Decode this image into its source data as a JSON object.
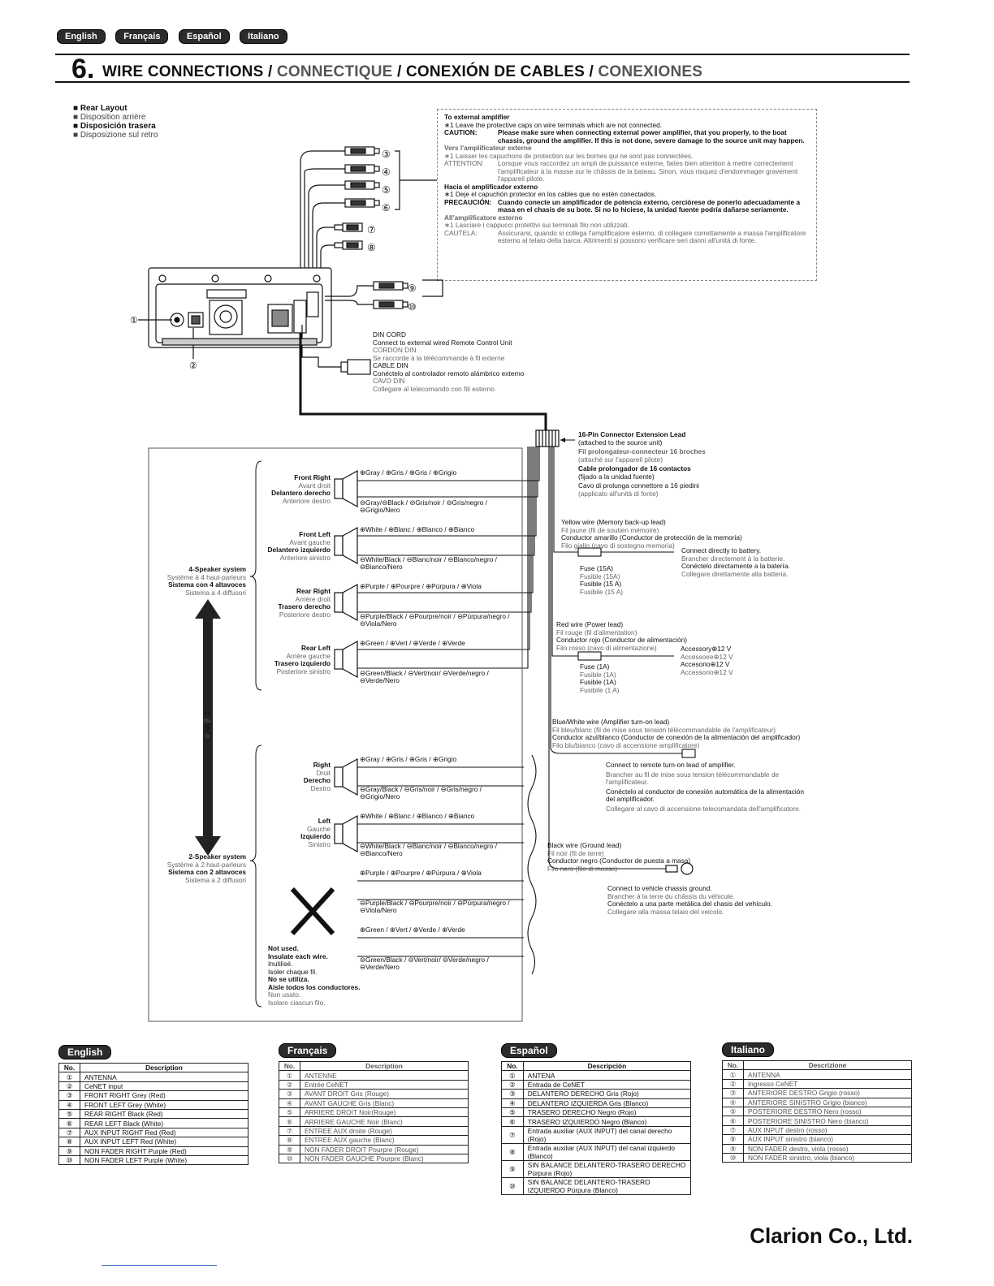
{
  "lang_tabs": [
    "English",
    "Français",
    "Español",
    "Italiano"
  ],
  "section": {
    "number": "6.",
    "title_en": "WIRE CONNECTIONS",
    "title_fr": "CONNECTIQUE",
    "title_es": "CONEXIÓN DE CABLES",
    "title_it": "CONEXIONES"
  },
  "rear_layout": [
    "Rear Layout",
    "Disposition arrière",
    "Disposición trasera",
    "Disposizione sul retro"
  ],
  "amp_note": {
    "en_head": "To external amplifier",
    "en_1": "∗1  Leave the protective caps on wire terminals which are not connected.",
    "en_caution_label": "CAUTION:",
    "en_caution": "Please make sure when connecting external power amplifier, that you properly, to the boat chassis, ground the amplifier. If this is not done, severe damage to the source unit may happen.",
    "fr_head": "Vers l'amplificateur externe",
    "fr_1": "∗1  Laisser les capuchons de protection sur les bornes qui ne sont pas connectées.",
    "fr_caution_label": "ATTENTION:",
    "fr_caution": "Lorsque vous raccordez un ampli de puissance externe, faites bien attention à mettre correctement l'amplificateur à la masse sur le châssis de la bateau. Sinon, vous risquez d'endommager gravement l'appareil pilote.",
    "es_head": "Hacia el amplificador externo",
    "es_1": "∗1  Deje el capuchón protector en los cables que no estén conectados.",
    "es_caution_label": "PRECAUCIÓN:",
    "es_caution": "Cuando conecte un amplificador de potencia externo, cerciórese de ponerlo adecuadamente a masa en el chasis de su bote. Si no lo hiciese, la unidad fuente podría dañarse seriamente.",
    "it_head": "All'amplificatore esterno",
    "it_1": "∗1  Lasciare i cappucci protettivi sui terminali filo non utilizzati.",
    "it_caution_label": "CAUTELA:",
    "it_caution": "Assicurarsi, quando si collega l'amplificatore esterno, di collegare correttamente a massa l'amplificatore esterno al telaio della barca. Altrimenti si possono verificare seri danni all'unità di fonte."
  },
  "rca_numbers": [
    "③",
    "④",
    "⑤",
    "⑥",
    "⑦",
    "⑧",
    "⑨",
    "⑩"
  ],
  "unit_callouts": [
    "①",
    "②"
  ],
  "din_cord": {
    "en_head": "DIN CORD",
    "en": "Connect to external wired Remote Control Unit",
    "fr_head": "CORDON DIN",
    "fr": "Se raccorde à la télécommande à fil externe",
    "es_head": "CABLE DIN",
    "es": "Conéctelo al controlador remoto alámbrico externo",
    "it_head": "CAVO DIN",
    "it": "Collegare al telecomando con fili esterno"
  },
  "connector": {
    "en_head": "16-Pin Connector Extension Lead",
    "en": "(attached to the source unit)",
    "fr_head": "Fil prolongateur-connecteur 16 broches",
    "fr": "(attaché sur l'appareil pilote)",
    "es_head": "Cable prolongador de 16 contactos",
    "es": "(fijado a la unidad fuente)",
    "it_head": "Cavo di prolunga connettore a 16 piedini",
    "it": "(applicato all'unità di fonte)"
  },
  "yellow": {
    "l1": "Yellow wire (Memory back-up lead)",
    "l2": "Fil jaune (fil de soutien mémoire)",
    "l3": "Conductor amarillo (Conductor de protección de la memoria)",
    "l4": "Filo giallo (cavo di sostegno memoria)",
    "fuse": [
      "Fuse (15A)",
      "Fusible (15A)",
      "Fusible (15 A)",
      "Fusibile (15 A)"
    ],
    "conn": [
      "Connect directly to battery.",
      "Brancher directement à la batterie.",
      "Conéctelo directamente a la batería.",
      "Collegare direttamente alla batteria."
    ]
  },
  "red": {
    "l1": "Red wire (Power lead)",
    "l2": "Fil rouge (fil d'alimentation)",
    "l3": "Conductor rojo (Conductor de alimentación)",
    "l4": "Filo rosso (cavo di alimentazione)",
    "fuse": [
      "Fuse (1A)",
      "Fusible (1A)",
      "Fusible (1A)",
      "Fusibile (1 A)"
    ],
    "acc": [
      "Accessory⊕12 V",
      "Accessoire⊕12 V",
      "Accesorio⊕12 V",
      "Accessorio⊕12 V"
    ]
  },
  "bluewhite": {
    "l1": "Blue/White wire (Amplifier turn-on lead)",
    "l2": "Fil bleu/blanc (fil de mise sous tension télécommandable de l'amplificateur)",
    "l3": "Conductor azul/blanco (Conductor de conexión de la alimentación del amplificador)",
    "l4": "Filo blu/bianco (cavo di accensione amplificatore)",
    "conn": [
      "Connect to remote turn-on lead of amplifier.",
      "Brancher au fil de mise sous tension télécommandable de l'amplificateur.",
      "Conéctelo al conductor de conexión automática de la alimentación del amplificador.",
      "Collegare al cavo di accensione telecomandata dell'amplificatore."
    ]
  },
  "black": {
    "l1": "Black wire (Ground lead)",
    "l2": "Fil noir (fil de terre)",
    "l3": "Conductor negro (Conductor de puesta a masa)",
    "l4": "Filo nero (filo di massa)",
    "conn": [
      "Connect to vehicle chassis ground.",
      "Brancher à la terre du châssis du véhicule.",
      "Conéctelo a una parte metálica del chasis del vehículo.",
      "Collegare alla massa telaio del veicolo."
    ]
  },
  "four_speaker": [
    "4-Speaker system",
    "Système à 4 haut-parleurs",
    "Sistema con 4 altavoces",
    "Sistema a 4 diffusori"
  ],
  "or": [
    "or",
    "ou",
    "o",
    "o"
  ],
  "two_speaker": [
    "2-Speaker system",
    "Système à 2 haut-parleurs",
    "Sistema con 2 altavoces",
    "Sistema a 2 diffusori"
  ],
  "speakers4": [
    {
      "name": [
        "Front Right",
        "Avant droit",
        "Delantero derecho",
        "Anteriore destro"
      ],
      "plus": "⊕Gray / ⊕Gris / ⊕Gris / ⊕Grigio",
      "minus": "⊖Gray/⊖Black / ⊖Gris/noir / ⊖Gris/negro / ⊖Grigio/Nero"
    },
    {
      "name": [
        "Front Left",
        "Avant gauche",
        "Delantero izquierdo",
        "Anteriore sinistro"
      ],
      "plus": "⊕White / ⊕Blanc / ⊕Blanco / ⊕Bianco",
      "minus": "⊖White/Black / ⊖Blanc/noir / ⊖Blanco/negro / ⊖Bianco/Nero"
    },
    {
      "name": [
        "Rear Right",
        "Arrière droit",
        "Trasero derecho",
        "Posteriore destro"
      ],
      "plus": "⊕Purple / ⊕Pourpre / ⊕Púrpura / ⊕Viola",
      "minus": "⊖Purple/Black / ⊖Pourpre/noir / ⊖Púrpura/negro / ⊖Viola/Nero"
    },
    {
      "name": [
        "Rear Left",
        "Arrière gauche",
        "Trasero izquierdo",
        "Posteriore sinistro"
      ],
      "plus": "⊕Green / ⊕Vert / ⊕Verde / ⊕Verde",
      "minus": "⊖Green/Black / ⊖Vert/noir/ ⊖Verde/negro / ⊖Verde/Nero"
    }
  ],
  "speakers2": [
    {
      "name": [
        "Right",
        "Droit",
        "Derecho",
        "Destro"
      ],
      "plus": "⊕Gray / ⊕Gris / ⊕Gris / ⊕Grigio",
      "minus": "⊖Gray/Black / ⊖Gris/noir / ⊖Gris/negro / ⊖Grigio/Nero"
    },
    {
      "name": [
        "Left",
        "Gauche",
        "Izquierdo",
        "Sinistro"
      ],
      "plus": "⊕White / ⊕Blanc / ⊕Blanco / ⊕Bianco",
      "minus": "⊖White/Black / ⊖Blanc/noir / ⊖Blanco/negro / ⊖Bianco/Nero"
    }
  ],
  "unused_wires": [
    "⊕Purple / ⊕Pourpre / ⊕Púrpura / ⊕Viola",
    "⊖Purple/Black / ⊖Pourpre/noir / ⊖Púrpura/negro / ⊖Viola/Nero",
    "⊕Green / ⊕Vert / ⊕Verde / ⊕Verde",
    "⊖Green/Black / ⊖Vert/noir/ ⊖Verde/negro / ⊖Verde/Nero"
  ],
  "not_used": [
    "Not used.",
    "Insulate each wire.",
    "Inutilisé.",
    "Isoler chaque fil.",
    "No se utiliza.",
    "Aísle todos los conductores.",
    "Non usato.",
    "Isolare ciascun filo."
  ],
  "legends": [
    {
      "tab": "English",
      "h_no": "No.",
      "h_desc": "Description",
      "rows": [
        [
          "①",
          "ANTENNA"
        ],
        [
          "②",
          "CeNET input"
        ],
        [
          "③",
          "FRONT RIGHT Grey (Red)"
        ],
        [
          "④",
          "FRONT LEFT Grey (White)"
        ],
        [
          "⑤",
          "REAR RIGHT Black (Red)"
        ],
        [
          "⑥",
          "REAR LEFT Black (White)"
        ],
        [
          "⑦",
          "AUX INPUT RIGHT Red (Red)"
        ],
        [
          "⑧",
          "AUX INPUT LEFT Red (White)"
        ],
        [
          "⑨",
          "NON FADER RIGHT Purple (Red)"
        ],
        [
          "⑩",
          "NON FADER LEFT Purple (White)"
        ]
      ]
    },
    {
      "tab": "Français",
      "h_no": "No.",
      "h_desc": "Description",
      "rows": [
        [
          "①",
          "ANTENNE"
        ],
        [
          "②",
          "Entrée CeNET"
        ],
        [
          "③",
          "AVANT DROIT Gris (Rouge)"
        ],
        [
          "④",
          "AVANT GAUCHE Gris (Blanc)"
        ],
        [
          "⑤",
          "ARRIERE DROIT Noir(Rouge)"
        ],
        [
          "⑥",
          "ARRIERE GAUCHE Noir (Blanc)"
        ],
        [
          "⑦",
          "ENTREE AUX droite (Rouge)"
        ],
        [
          "⑧",
          "ENTREE AUX gauche (Blanc)"
        ],
        [
          "⑨",
          "NON FADER  DROIT Pourpre (Rouge)"
        ],
        [
          "⑩",
          "NON FADER  GAUCHE Pourpre (Blanc)"
        ]
      ]
    },
    {
      "tab": "Español",
      "h_no": "No.",
      "h_desc": "Descripción",
      "rows": [
        [
          "①",
          "ANTENA"
        ],
        [
          "②",
          "Entrada de CeNET"
        ],
        [
          "③",
          "DELANTERO DERECHO Gris (Rojo)"
        ],
        [
          "④",
          "DELANTERO IZQUIERDA Gris (Blanco)"
        ],
        [
          "⑤",
          "TRASERO DERECHO Negro (Rojo)"
        ],
        [
          "⑥",
          "TRASERO IZQUIERDO Negro (Blanco)"
        ],
        [
          "⑦",
          "Entrada auxiliar (AUX INPUT) del canal derecho (Rojo)"
        ],
        [
          "⑧",
          "Entrada auxiliar (AUX INPUT) del canal izquierdo (Blanco)"
        ],
        [
          "⑨",
          "SIN BALANCE DELANTERO-TRASERO DERECHO Púrpura (Rojo)"
        ],
        [
          "⑩",
          "SIN BALANCE DELANTERO-TRASERO IZQUIERDO Púrpura (Blanco)"
        ]
      ]
    },
    {
      "tab": "Italiano",
      "h_no": "No.",
      "h_desc": "Descrizione",
      "rows": [
        [
          "①",
          "ANTENNA"
        ],
        [
          "②",
          "Ingresso CeNET"
        ],
        [
          "③",
          "ANTERIORE DESTRO Grigio (rosso)"
        ],
        [
          "④",
          "ANTERIORE SINISTRO Grigio (bianco)"
        ],
        [
          "⑤",
          "POSTERIORE DESTRO Nero (rosso)"
        ],
        [
          "⑥",
          "POSTERIORE SINISTRO Nero (bianco)"
        ],
        [
          "⑦",
          "AUX INPUT destro (rosso)"
        ],
        [
          "⑧",
          "AUX INPUT sinistro (bianco)"
        ],
        [
          "⑨",
          "NON FADER destro, viola (rosso)"
        ],
        [
          "⑩",
          "NON FADER sinistro, viola (bianco)"
        ]
      ]
    }
  ],
  "brand": "Clarion Co., Ltd."
}
